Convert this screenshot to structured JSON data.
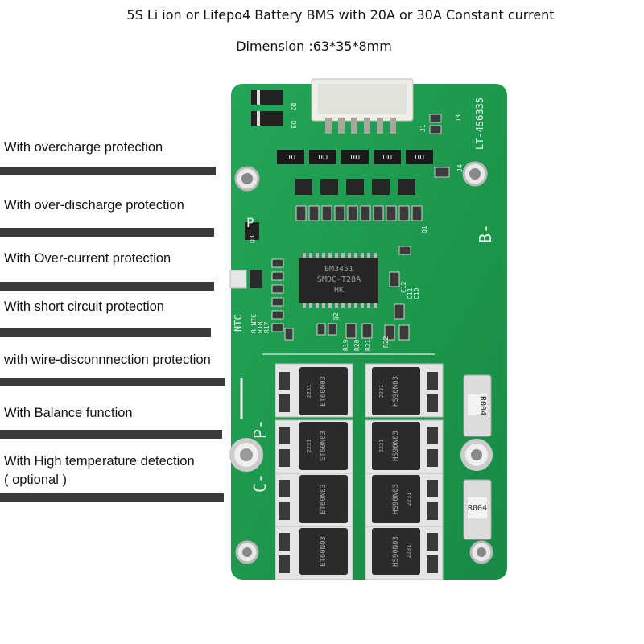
{
  "header": {
    "title": "5S Li ion or Lifepo4 Battery BMS with 20A or 30A Constant current",
    "dimension": "Dimension :63*35*8mm"
  },
  "features": [
    {
      "label": "With overcharge protection"
    },
    {
      "label": "With over-discharge protection"
    },
    {
      "label": "With Over-current protection"
    },
    {
      "label": "With short circuit protection"
    },
    {
      "label": "with wire-disconnnection protection"
    },
    {
      "label": "With Balance function"
    },
    {
      "label": "With High temperature detection",
      "sub": "( optional )"
    }
  ],
  "board": {
    "model": "LT-4S6335",
    "chip": [
      "BM3451",
      "SMDC-T28A",
      "HK"
    ],
    "pad_b_minus": "B-",
    "pad_p_minus": "P-",
    "pad_c_minus": "C-",
    "pad_ntc": "NTC",
    "pad_p": "P",
    "resistor_code": "101",
    "shunt_code": "R004",
    "mosfet_left": "ET60N03",
    "mosfet_right": "HS90N03",
    "mosfet_date": "2231",
    "silk_rntc": "R-NTC",
    "silk_r18": "R18",
    "silk_r17": "R17",
    "silk_c10": "C10",
    "silk_c11": "C11",
    "silk_c12": "C12",
    "silk_r22": "R22",
    "silk_r21": "R21",
    "silk_r20": "R20",
    "silk_r19": "R19",
    "silk_q1": "Q1",
    "silk_q2": "Q2",
    "silk_q3": "Q3",
    "silk_j1": "J1",
    "silk_j3": "J3",
    "silk_j4": "J4",
    "silk_d2": "D2",
    "silk_d3": "D3"
  },
  "colors": {
    "pcb": "#1f9a50",
    "pcb_dark": "#147a3c",
    "silk": "#e9f3ec",
    "mosfet": "#2b2b2b",
    "bar": "#3a3a3a"
  }
}
